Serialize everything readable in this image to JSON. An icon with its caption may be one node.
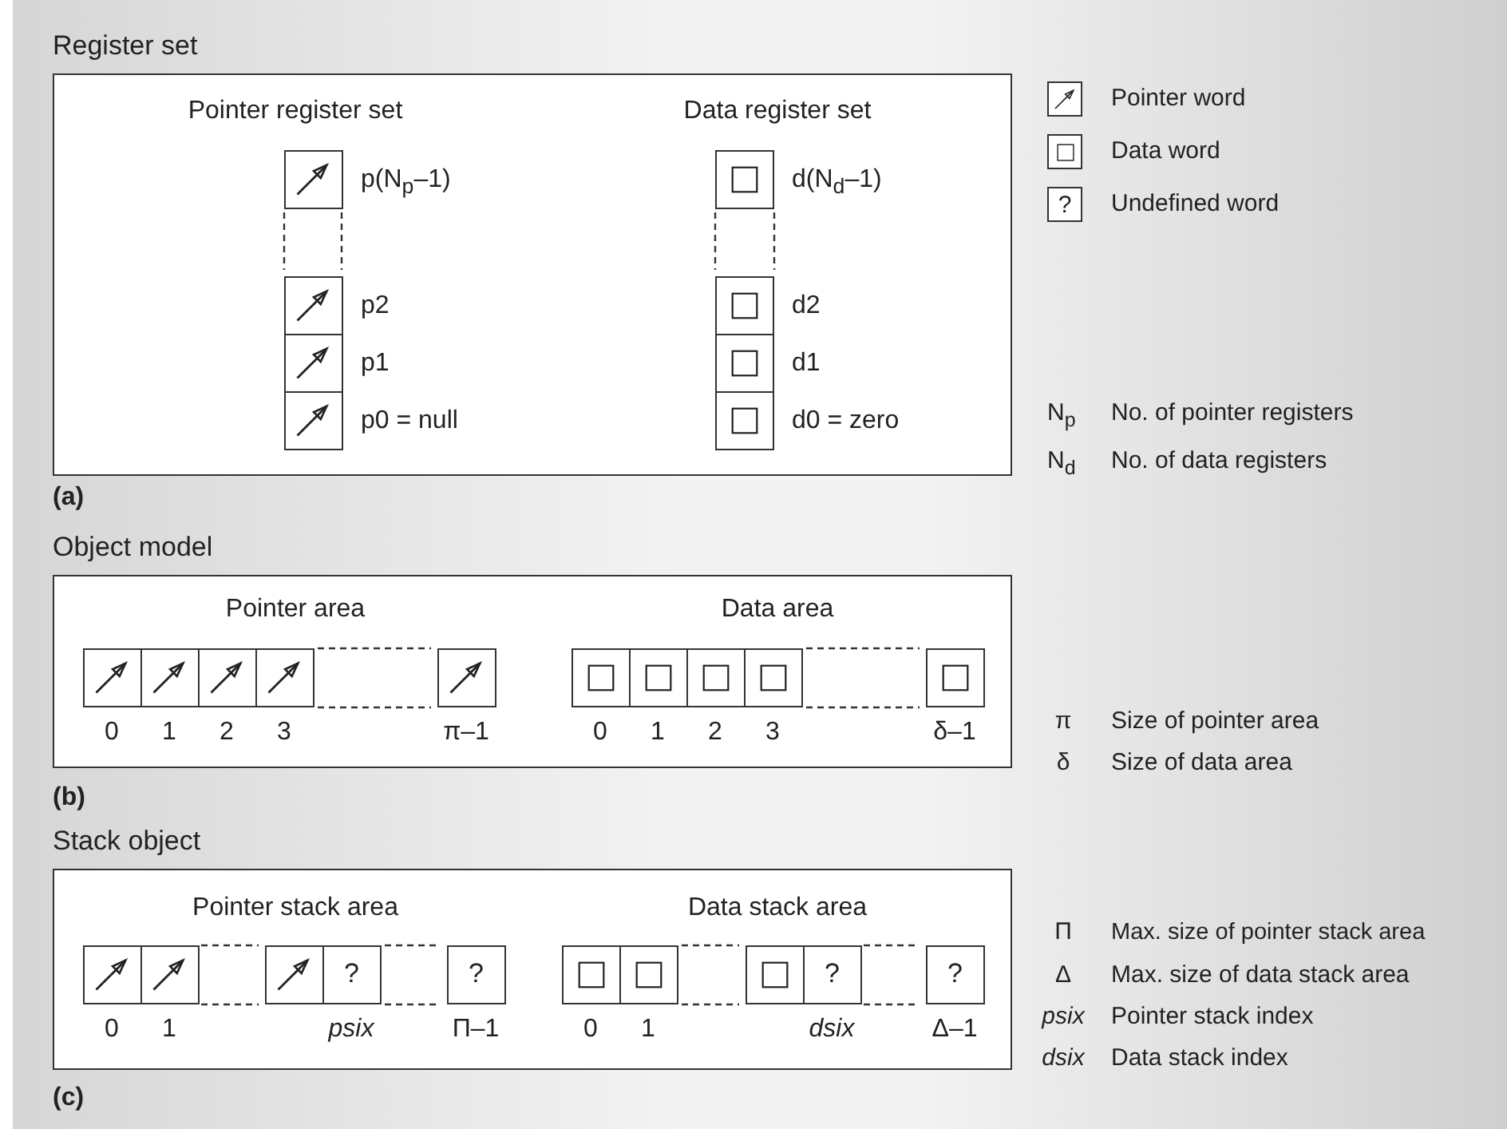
{
  "diagram": {
    "nodes": [
      {
        "text": [
          "Register set"
        ]
      },
      {
        "text": [],
        "shape": "picture",
        "in": 0,
        "beside": [
          "p(N$_{p}$–1)"
        ]
      },
      {
        "text": [],
        "shape": "picture",
        "in": 0,
        "beside": [
          "p2"
        ]
      },
      {
        "text": [],
        "shape": "picture",
        "in": 0,
        "beside": [
          "p1"
        ]
      },
      {
        "text": [],
        "shape": "picture",
        "in": 0,
        "beside": [
          "p0 = null"
        ]
      },
      {
        "text": [],
        "shape": "box",
        "in": 0,
        "beside": [
          "d(N$_{d}$–1)"
        ]
      },
      {
        "text": [],
        "shape": "box",
        "in": 0,
        "beside": [
          "d2"
        ]
      },
      {
        "text": [],
        "shape": "box",
        "in": 0,
        "beside": [
          "d1"
        ]
      },
      {
        "text": [],
        "shape": "box",
        "in": 0,
        "beside": [
          "d0 = zero"
        ]
      },
      {
        "text": [
          "Object model"
        ]
      },
      {
        "text": [],
        "shape": "picture",
        "in": 9
      },
      {
        "text": [],
        "shape": "picture",
        "in": 9
      },
      {
        "text": [],
        "shape": "picture",
        "in": 9
      },
      {
        "text": [],
        "shape": "picture",
        "in": 9
      },
      {
        "text": [],
        "shape": "picture",
        "in": 9
      },
      {
        "text": [],
        "shape": "box",
        "in": 9
      },
      {
        "text": [],
        "shape": "box",
        "in": 9
      },
      {
        "text": [],
        "shape": "box",
        "in": 9
      },
      {
        "text": [],
        "shape": "box",
        "in": 9
      },
      {
        "text": [],
        "shape": "box",
        "in": 9
      },
      {
        "text": [
          "Stack object"
        ]
      },
      {
        "text": [],
        "shape": "picture",
        "in": 20
      },
      {
        "text": [],
        "shape": "picture",
        "in": 20
      },
      {
        "text": [],
        "shape": "picture",
        "in": 20
      },
      {
        "text": [
          "?"
        ],
        "in": 20
      },
      {
        "text": [
          "?"
        ],
        "in": 20
      },
      {
        "text": [],
        "shape": "box",
        "in": 20
      },
      {
        "text": [],
        "shape": "box",
        "in": 20
      },
      {
        "text": [],
        "shape": "box",
        "in": 20
      },
      {
        "text": [
          "?"
        ],
        "in": 20
      },
      {
        "text": [
          "?"
        ],
        "in": 20
      }
    ],
    "labels": [
      "Pointer register set",
      "Data register set",
      "N$_{p}$",
      "No. of pointer registers",
      "N$_{d}$",
      "No. of data registers",
      "(a)",
      "Pointer area",
      "Data area",
      "0",
      "1",
      "2",
      "3",
      "π–1",
      "0",
      "1",
      "2",
      "3",
      "δ–1",
      "π",
      "Size of pointer area",
      "δ",
      "Size of data area",
      "(b)",
      "Pointer stack area",
      "Data stack area",
      "Π",
      "Max. size of pointer stack area",
      "Δ",
      "Max. size of data stack area",
      "0",
      "1",
      "psix",
      "Π–1",
      "0",
      "1",
      "dsix",
      "Δ–1",
      "psix",
      "Pointer stack index",
      "dsix",
      "Data stack index",
      "(c)",
      "?"
    ],
    "legend": [
      {
        "text": "Pointer word"
      },
      {
        "text": "Data word"
      },
      {
        "text": "Undefined word"
      }
    ]
  }
}
